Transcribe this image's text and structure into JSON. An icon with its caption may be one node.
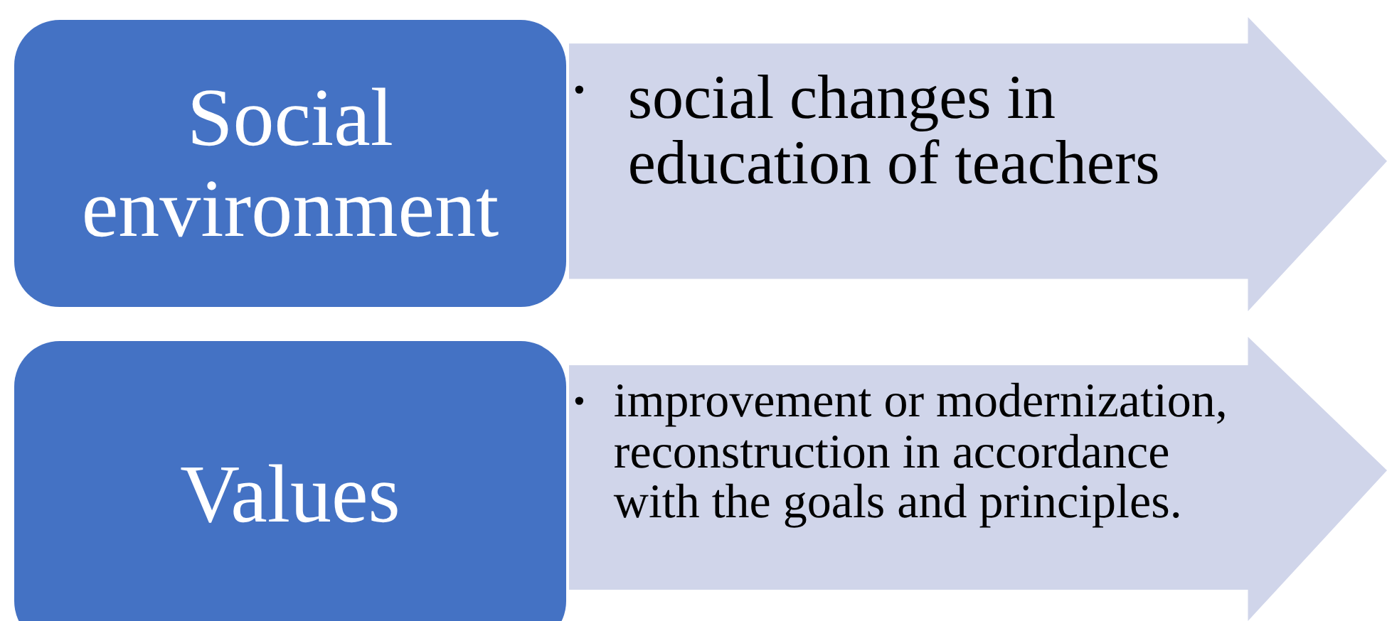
{
  "diagram": {
    "nodes": [
      {
        "text": [
          "Social environment"
        ]
      },
      {
        "text": [
          "•",
          "social changes in education of teachers"
        ]
      },
      {
        "text": [
          "Values"
        ]
      },
      {
        "text": [
          "•",
          "improvement or modernization, reconstruction in accordance with the goals and principles."
        ]
      }
    ]
  }
}
